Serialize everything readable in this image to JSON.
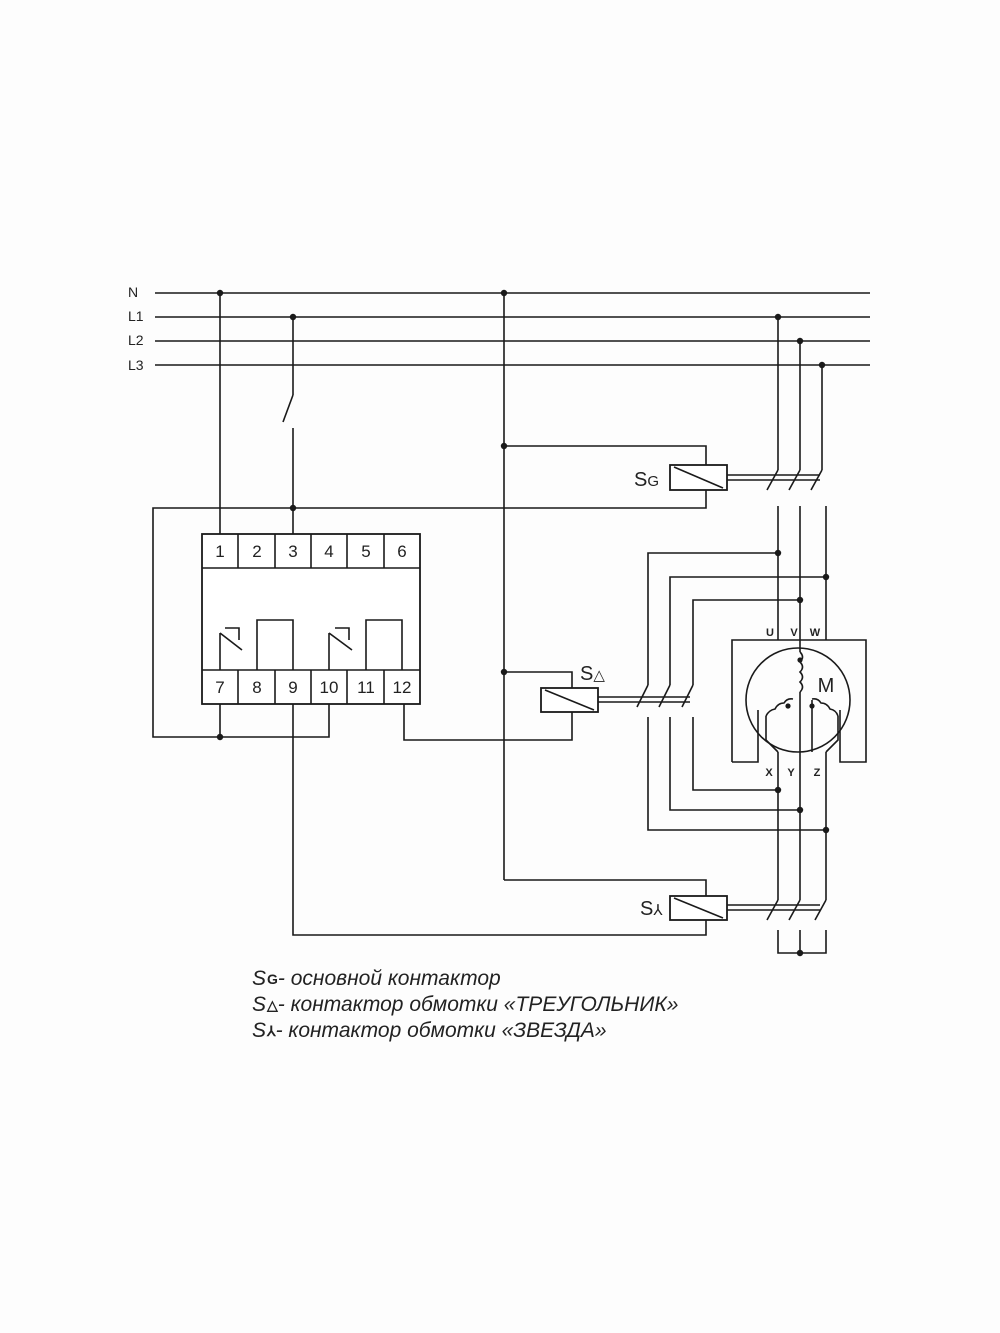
{
  "buses": [
    "N",
    "L1",
    "L2",
    "L3"
  ],
  "relay": {
    "top_terminals": [
      "1",
      "2",
      "3",
      "4",
      "5",
      "6"
    ],
    "bottom_terminals": [
      "7",
      "8",
      "9",
      "10",
      "11",
      "12"
    ]
  },
  "contactors": {
    "main": {
      "letter": "S",
      "sub": "G"
    },
    "delta": {
      "letter": "S",
      "sub": "△"
    },
    "star": {
      "letter": "S",
      "sub": "⅄"
    }
  },
  "motor": {
    "label": "M",
    "top_terminals": [
      "U",
      "V",
      "W"
    ],
    "bottom_terminals": [
      "X",
      "Y",
      "Z"
    ]
  },
  "legend": [
    {
      "letter": "S",
      "sub": "G",
      "text": "- основной контактор"
    },
    {
      "letter": "S",
      "sub": "△",
      "text": "- контактор обмотки «ТРЕУГОЛЬНИК»"
    },
    {
      "letter": "S",
      "sub": "⅄",
      "text": "- контактор обмотки «ЗВЕЗДА»"
    }
  ]
}
